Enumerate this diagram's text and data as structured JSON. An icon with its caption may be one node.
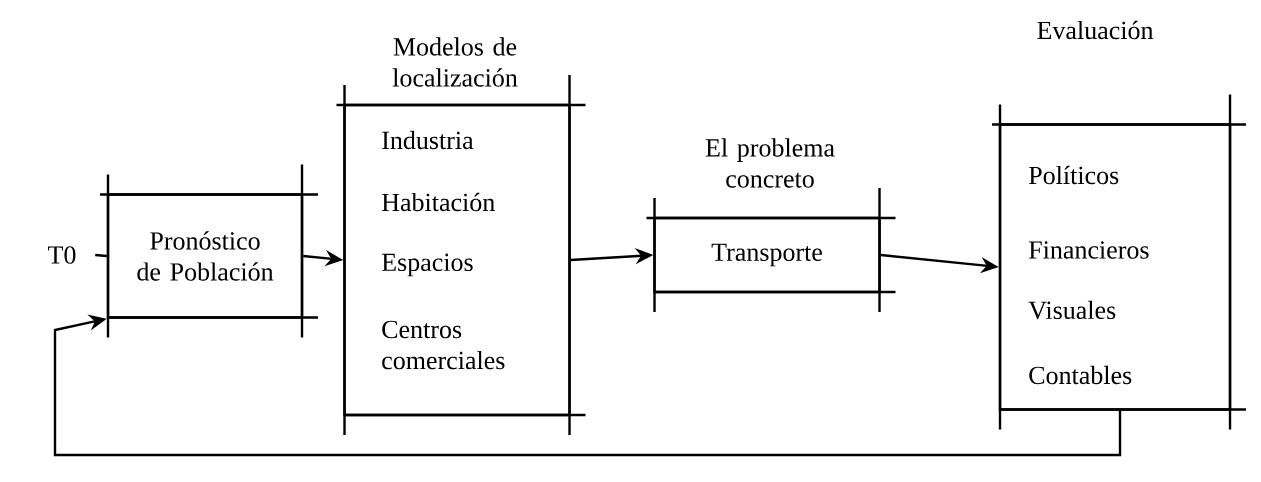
{
  "diagram": {
    "nodes": [
      {
        "text": [
          "T0"
        ]
      },
      {
        "text": [
          "Pronóstico de Población"
        ]
      },
      {
        "text": [
          "Modelos de localización",
          "Industria",
          "Habitación",
          "Espacios",
          "Centros comerciales"
        ]
      },
      {
        "text": [
          "El problema concreto",
          "Transporte"
        ]
      },
      {
        "text": [
          "Evaluación",
          "Políticos",
          "Financieros",
          "Visuales",
          "Contables"
        ]
      }
    ],
    "edges": [
      {
        "from": 0,
        "to": 1,
        "arrow": "none"
      },
      {
        "from": 1,
        "to": 2,
        "arrow": "to"
      },
      {
        "from": 2,
        "to": 3,
        "arrow": "to"
      },
      {
        "from": 3,
        "to": 4,
        "arrow": "to"
      },
      {
        "from": 4,
        "to": 1,
        "arrow": "to"
      }
    ]
  }
}
